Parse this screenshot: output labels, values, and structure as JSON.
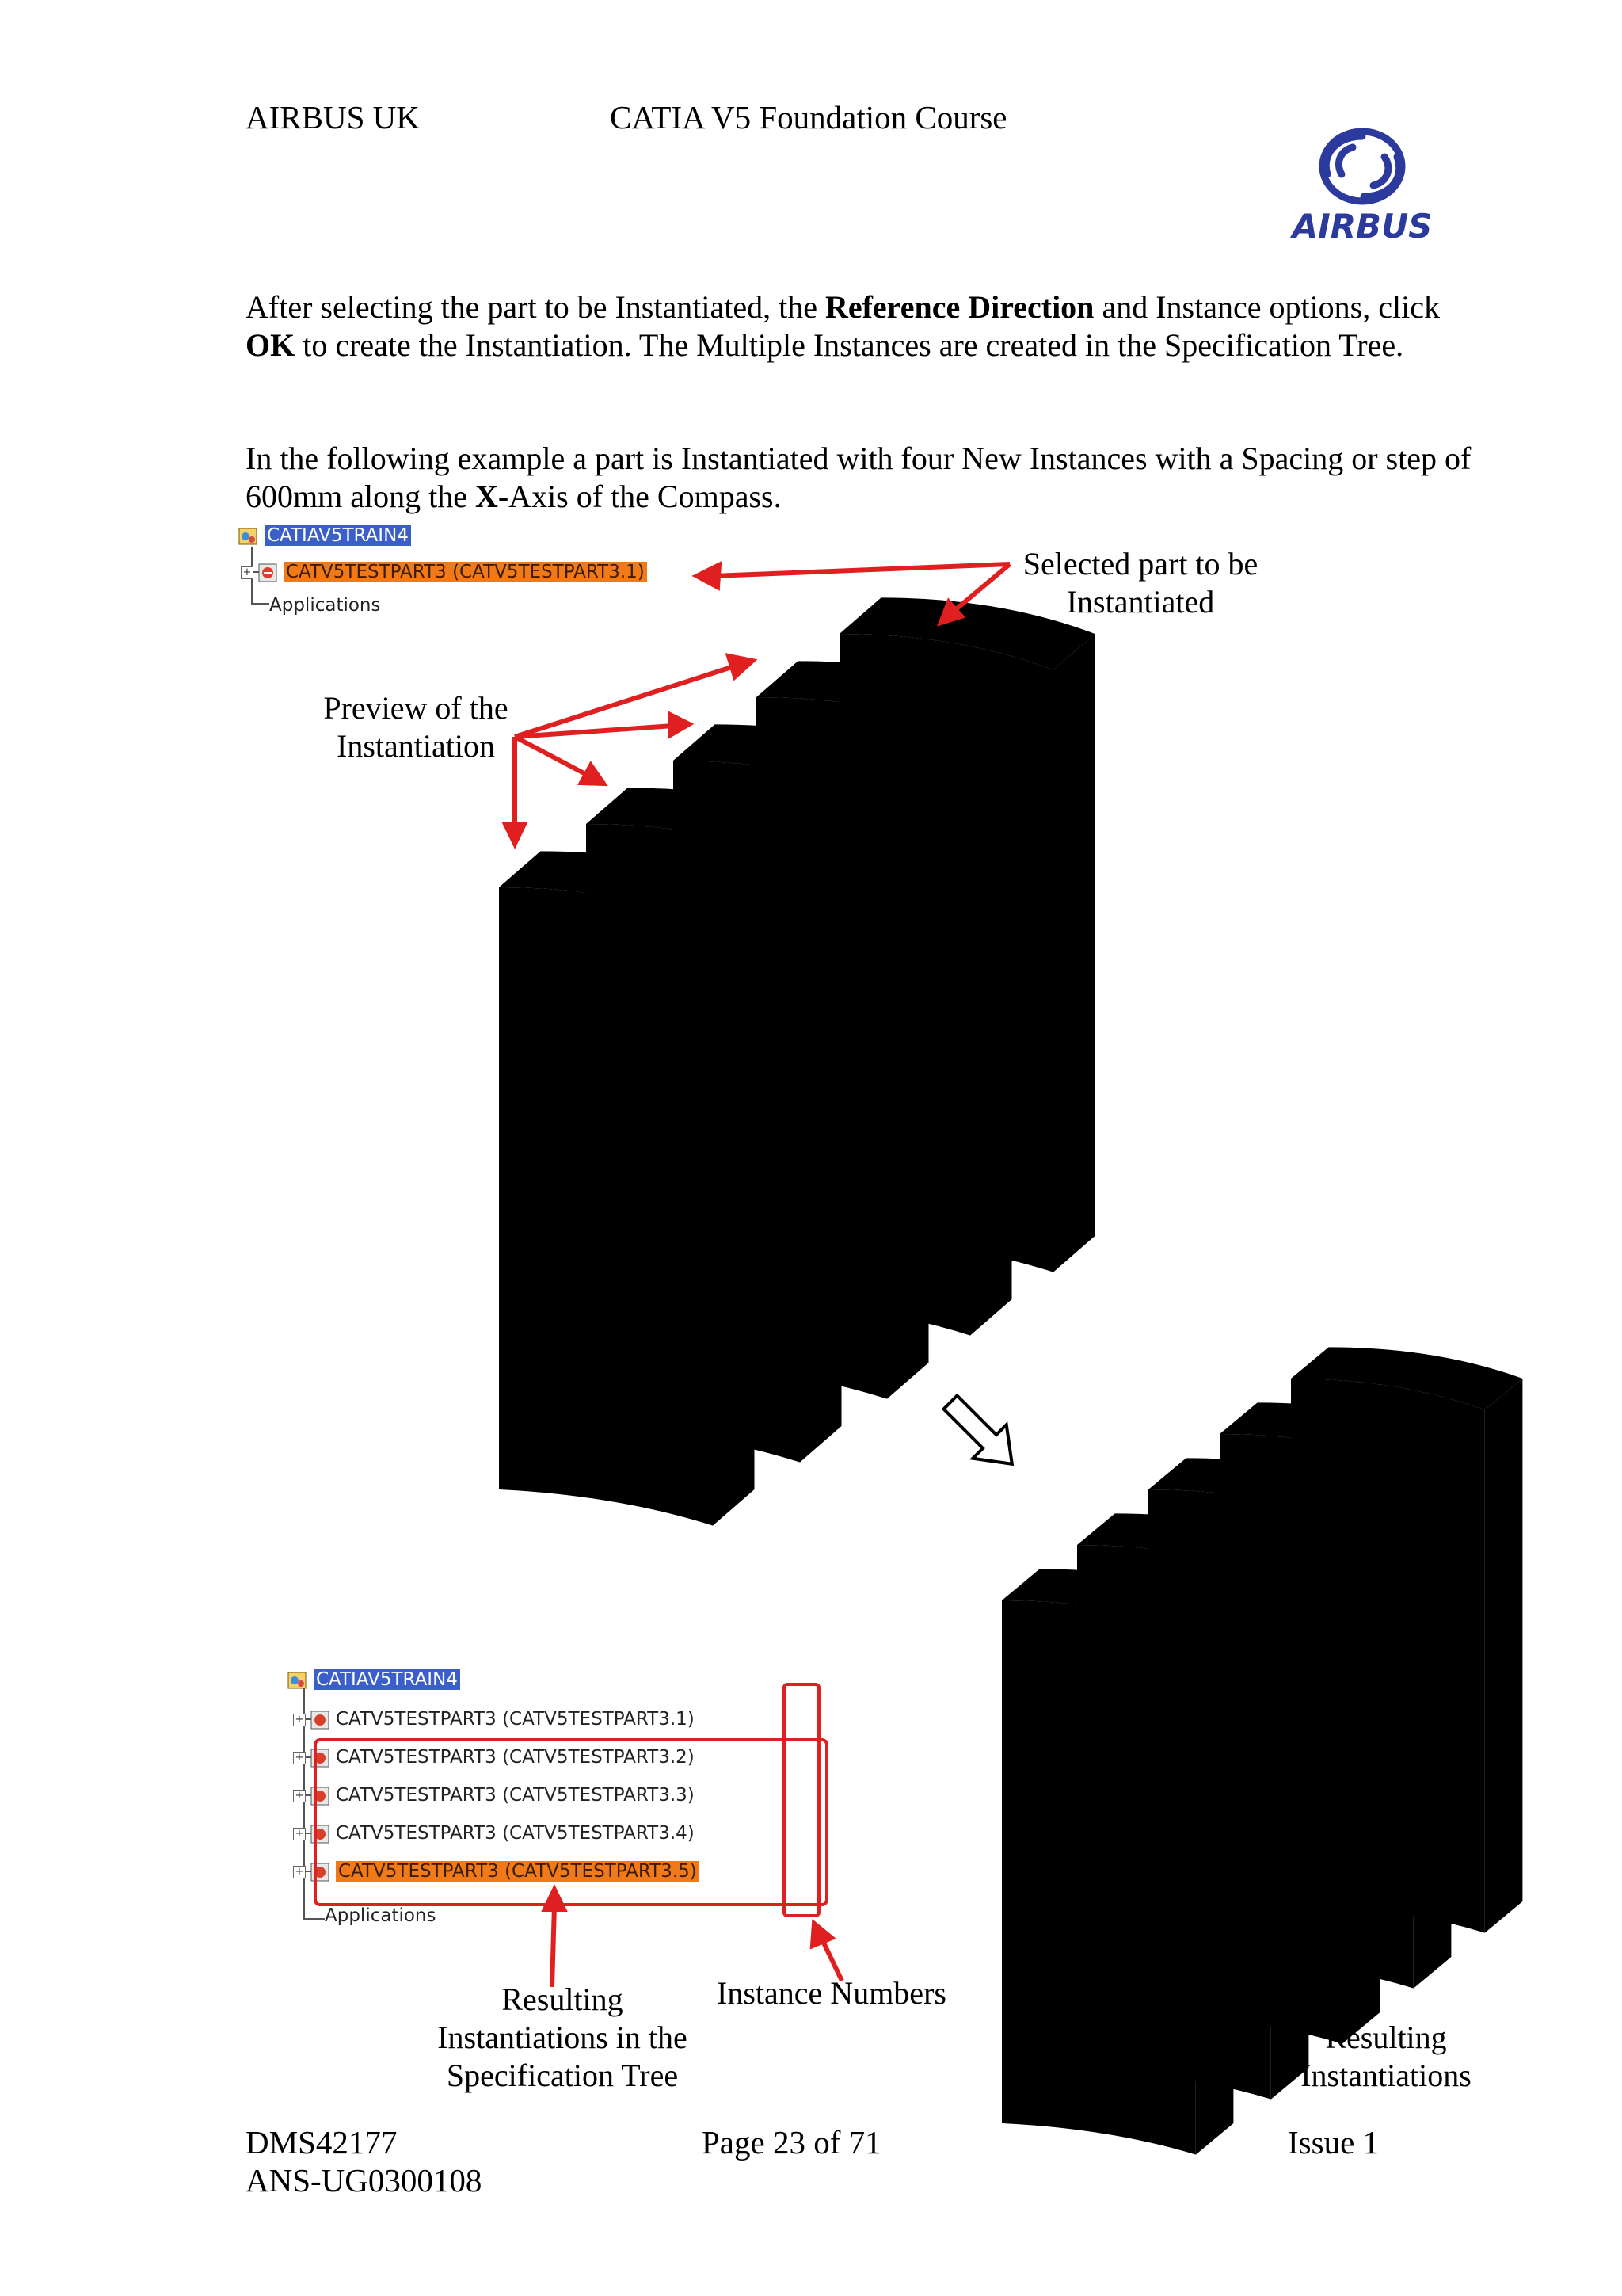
{
  "header": {
    "company": "AIRBUS UK",
    "course": "CATIA V5 Foundation Course",
    "logo_text": "AIRBUS"
  },
  "body": {
    "p1_a": "After selecting the part to be Instantiated, the ",
    "p1_b": "Reference Direction",
    "p1_c": " and Instance options, click ",
    "p1_d": "OK",
    "p1_e": " to create the Instantiation. The Multiple Instances are created in the Specification Tree.",
    "p2_a": "In the following example a part is Instantiated with four New Instances with a Spacing or step of 600mm along the ",
    "p2_b": "X",
    "p2_c": "-Axis of the Compass."
  },
  "tree_top": {
    "root": "CATIAV5TRAIN4",
    "part": "CATV5TESTPART3 (CATV5TESTPART3.1)",
    "apps": "Applications"
  },
  "tree_bottom": {
    "root": "CATIAV5TRAIN4",
    "items": [
      "CATV5TESTPART3 (CATV5TESTPART3.1)",
      "CATV5TESTPART3 (CATV5TESTPART3.2)",
      "CATV5TESTPART3 (CATV5TESTPART3.3)",
      "CATV5TESTPART3 (CATV5TESTPART3.4)",
      "CATV5TESTPART3 (CATV5TESTPART3.5)"
    ],
    "apps": "Applications"
  },
  "callouts": {
    "selected_1": "Selected part to be",
    "selected_2": "Instantiated",
    "preview_1": "Preview of the",
    "preview_2": "Instantiation",
    "resulting_top_1": "Resulting",
    "resulting_top_2": "Instantiations in the",
    "resulting_top_3": "Specification Tree",
    "resulting_bottom_1": "Resulting",
    "resulting_bottom_2": "Instantiations in the",
    "resulting_bottom_3": "Specification Tree",
    "instance_numbers": "Instance Numbers",
    "resulting_inst_1": "Resulting",
    "resulting_inst_2": "Instantiations"
  },
  "footer": {
    "doc_id": "DMS42177",
    "ref": "ANS-UG0300108",
    "page": "Page 23 of 71",
    "issue": "Issue 1"
  },
  "colors": {
    "orange_part": "#e86a12",
    "lavender_part": "#a9a6d6",
    "annotation_red": "#e02020",
    "airbus_blue": "#2b3a9c"
  }
}
